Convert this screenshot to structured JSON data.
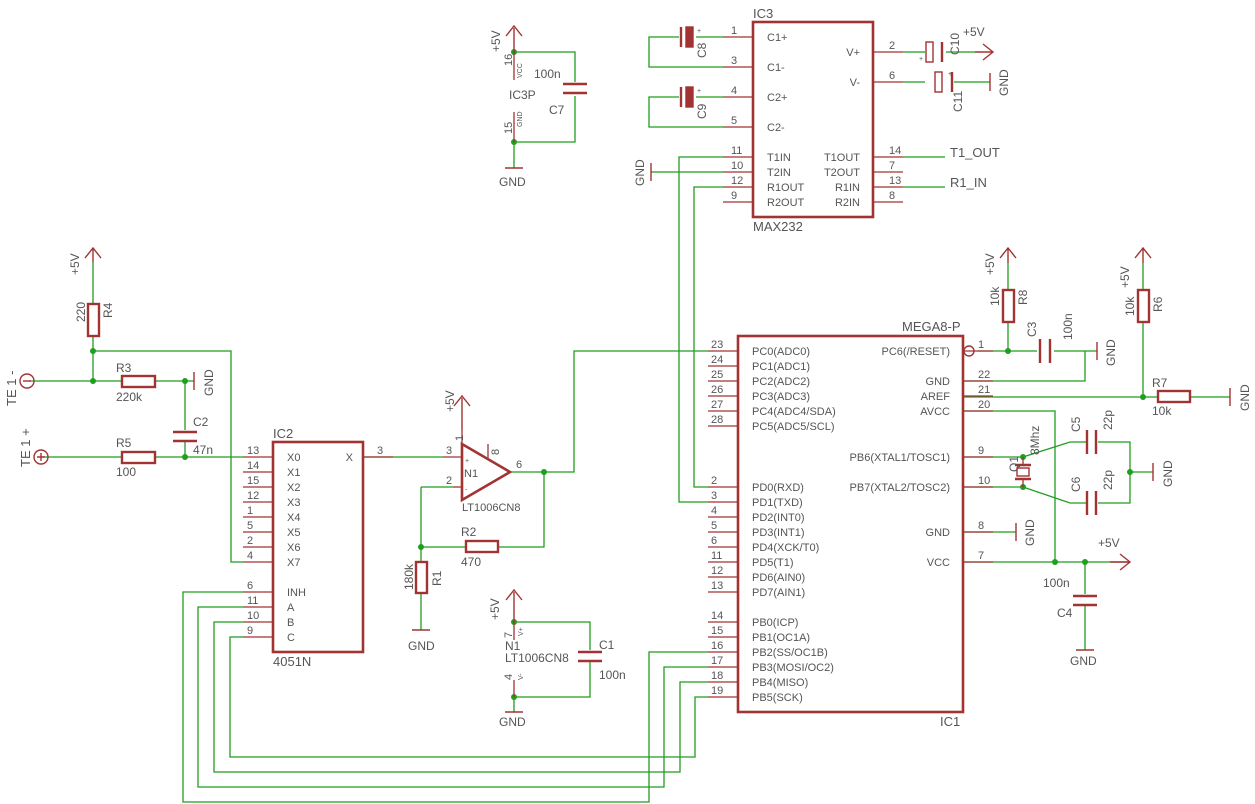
{
  "supply": {
    "vcc": "+5V",
    "gnd": "GND"
  },
  "signals": {
    "te1_minus": "TE 1 -",
    "te1_plus": "TE 1 +",
    "t1_out": "T1_OUT",
    "r1_in": "R1_IN"
  },
  "parts": {
    "r1": {
      "name": "R1",
      "value": "180k"
    },
    "r2": {
      "name": "R2",
      "value": "470"
    },
    "r3": {
      "name": "R3",
      "value": "220k"
    },
    "r4": {
      "name": "R4",
      "value": "220"
    },
    "r5": {
      "name": "R5",
      "value": "100"
    },
    "r6": {
      "name": "R6",
      "value": "10k"
    },
    "r7": {
      "name": "R7",
      "value": "10k"
    },
    "r8": {
      "name": "R8",
      "value": "10k"
    },
    "c1": {
      "name": "C1",
      "value": "100n"
    },
    "c2": {
      "name": "C2",
      "value": "47n"
    },
    "c3": {
      "name": "C3",
      "value": "100n"
    },
    "c4": {
      "name": "C4",
      "value": "100n"
    },
    "c5": {
      "name": "C5",
      "value": "22p"
    },
    "c6": {
      "name": "C6",
      "value": "22p"
    },
    "c7": {
      "name": "C7",
      "value": "100n"
    },
    "c8": {
      "name": "C8"
    },
    "c9": {
      "name": "C9"
    },
    "c10": {
      "name": "C10"
    },
    "c11": {
      "name": "C11"
    },
    "q1": {
      "name": "Q1",
      "value": "8Mhz"
    },
    "ic3p": {
      "name": "IC3P",
      "vcc": "VCC",
      "gnd": "GND",
      "pin_vcc": "16",
      "pin_gnd": "15"
    }
  },
  "ic3": {
    "name": "IC3",
    "value": "MAX232",
    "left": [
      {
        "num": "1",
        "label": "C1+"
      },
      {
        "num": "3",
        "label": "C1-"
      },
      {
        "num": "4",
        "label": "C2+"
      },
      {
        "num": "5",
        "label": "C2-"
      },
      {
        "num": "11",
        "label": "T1IN"
      },
      {
        "num": "10",
        "label": "T2IN"
      },
      {
        "num": "12",
        "label": "R1OUT"
      },
      {
        "num": "9",
        "label": "R2OUT"
      }
    ],
    "right": [
      {
        "num": "2",
        "label": "V+"
      },
      {
        "num": "6",
        "label": "V-"
      },
      {
        "num": "14",
        "label": "T1OUT"
      },
      {
        "num": "7",
        "label": "T2OUT"
      },
      {
        "num": "13",
        "label": "R1IN"
      },
      {
        "num": "8",
        "label": "R2IN"
      }
    ]
  },
  "ic2": {
    "name": "IC2",
    "value": "4051N",
    "left": [
      {
        "num": "13",
        "label": "X0"
      },
      {
        "num": "14",
        "label": "X1"
      },
      {
        "num": "15",
        "label": "X2"
      },
      {
        "num": "12",
        "label": "X3"
      },
      {
        "num": "1",
        "label": "X4"
      },
      {
        "num": "5",
        "label": "X5"
      },
      {
        "num": "2",
        "label": "X6"
      },
      {
        "num": "4",
        "label": "X7"
      },
      {
        "num": "6",
        "label": "INH"
      },
      {
        "num": "11",
        "label": "A"
      },
      {
        "num": "10",
        "label": "B"
      },
      {
        "num": "9",
        "label": "C"
      }
    ],
    "right": [
      {
        "num": "3",
        "label": "X"
      }
    ]
  },
  "n1": {
    "name": "N1",
    "value": "LT1006CN8",
    "pins": {
      "in_plus": "3",
      "in_minus": "2",
      "out": "6",
      "v_plus": "1",
      "aux": "8"
    },
    "power": {
      "name": "N1",
      "value": "LT1006CN8",
      "pin_vp": "7",
      "pin_vm": "4",
      "label_vp": "V+",
      "label_vm": "V-"
    }
  },
  "ic1": {
    "name": "IC1",
    "value": "MEGA8-P",
    "left": [
      {
        "num": "23",
        "label": "PC0(ADC0)"
      },
      {
        "num": "24",
        "label": "PC1(ADC1)"
      },
      {
        "num": "25",
        "label": "PC2(ADC2)"
      },
      {
        "num": "26",
        "label": "PC3(ADC3)"
      },
      {
        "num": "27",
        "label": "PC4(ADC4/SDA)"
      },
      {
        "num": "28",
        "label": "PC5(ADC5/SCL)"
      },
      {
        "num": "2",
        "label": "PD0(RXD)"
      },
      {
        "num": "3",
        "label": "PD1(TXD)"
      },
      {
        "num": "4",
        "label": "PD2(INT0)"
      },
      {
        "num": "5",
        "label": "PD3(INT1)"
      },
      {
        "num": "6",
        "label": "PD4(XCK/T0)"
      },
      {
        "num": "11",
        "label": "PD5(T1)"
      },
      {
        "num": "12",
        "label": "PD6(AIN0)"
      },
      {
        "num": "13",
        "label": "PD7(AIN1)"
      },
      {
        "num": "14",
        "label": "PB0(ICP)"
      },
      {
        "num": "15",
        "label": "PB1(OC1A)"
      },
      {
        "num": "16",
        "label": "PB2(SS/OC1B)"
      },
      {
        "num": "17",
        "label": "PB3(MOSI/OC2)"
      },
      {
        "num": "18",
        "label": "PB4(MISO)"
      },
      {
        "num": "19",
        "label": "PB5(SCK)"
      }
    ],
    "right": [
      {
        "num": "1",
        "label": "PC6(/RESET)"
      },
      {
        "num": "22",
        "label": "GND"
      },
      {
        "num": "21",
        "label": "AREF"
      },
      {
        "num": "20",
        "label": "AVCC"
      },
      {
        "num": "9",
        "label": "PB6(XTAL1/TOSC1)"
      },
      {
        "num": "10",
        "label": "PB7(XTAL2/TOSC2)"
      },
      {
        "num": "8",
        "label": "GND"
      },
      {
        "num": "7",
        "label": "VCC"
      }
    ]
  }
}
